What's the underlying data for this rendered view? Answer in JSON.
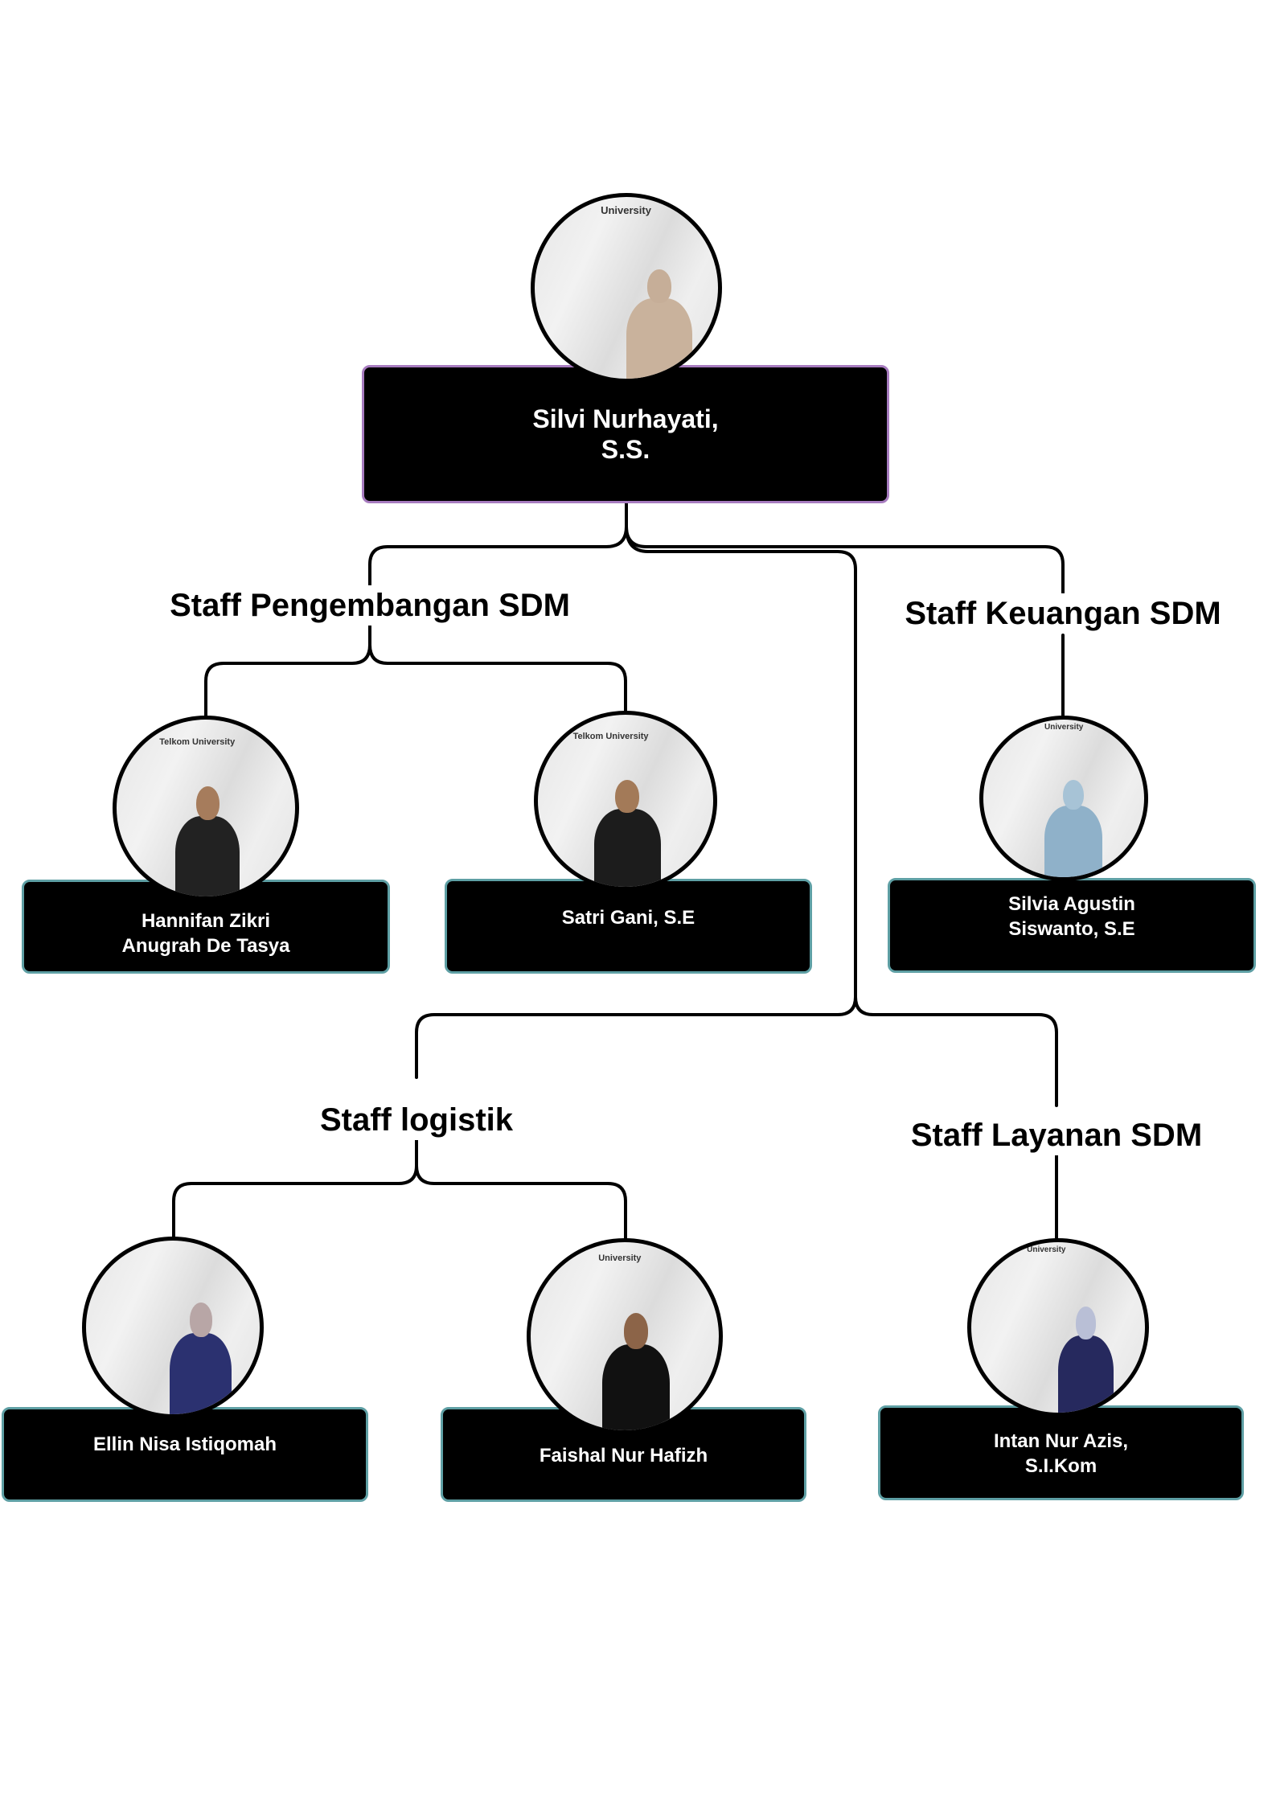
{
  "colors": {
    "head_border": "#a77bbf",
    "staff_border": "#5e9fa4",
    "box_fill": "#000000",
    "connector": "#000000"
  },
  "head": {
    "name": "Silvi Nurhayati,\nS.S.",
    "photo_sign": "University"
  },
  "departments": [
    {
      "title": "Staff Pengembangan SDM"
    },
    {
      "title": "Staff Keuangan SDM"
    },
    {
      "title": "Staff logistik"
    },
    {
      "title": "Staff Layanan SDM"
    }
  ],
  "staff": [
    {
      "name": "Hannifan Zikri\nAnugrah De Tasya",
      "department": "Staff Pengembangan SDM",
      "photo_sign": "Telkom University"
    },
    {
      "name": "Satri Gani, S.E",
      "department": "Staff Pengembangan SDM",
      "photo_sign": "Telkom University"
    },
    {
      "name": "Silvia Agustin\nSiswanto, S.E",
      "department": "Staff Keuangan SDM",
      "photo_sign": "University"
    },
    {
      "name": "Ellin Nisa Istiqomah",
      "department": "Staff logistik",
      "photo_sign": ""
    },
    {
      "name": "Faishal Nur Hafizh",
      "department": "Staff logistik",
      "photo_sign": "University"
    },
    {
      "name": "Intan Nur Azis,\nS.I.Kom",
      "department": "Staff Layanan SDM",
      "photo_sign": "University"
    }
  ]
}
